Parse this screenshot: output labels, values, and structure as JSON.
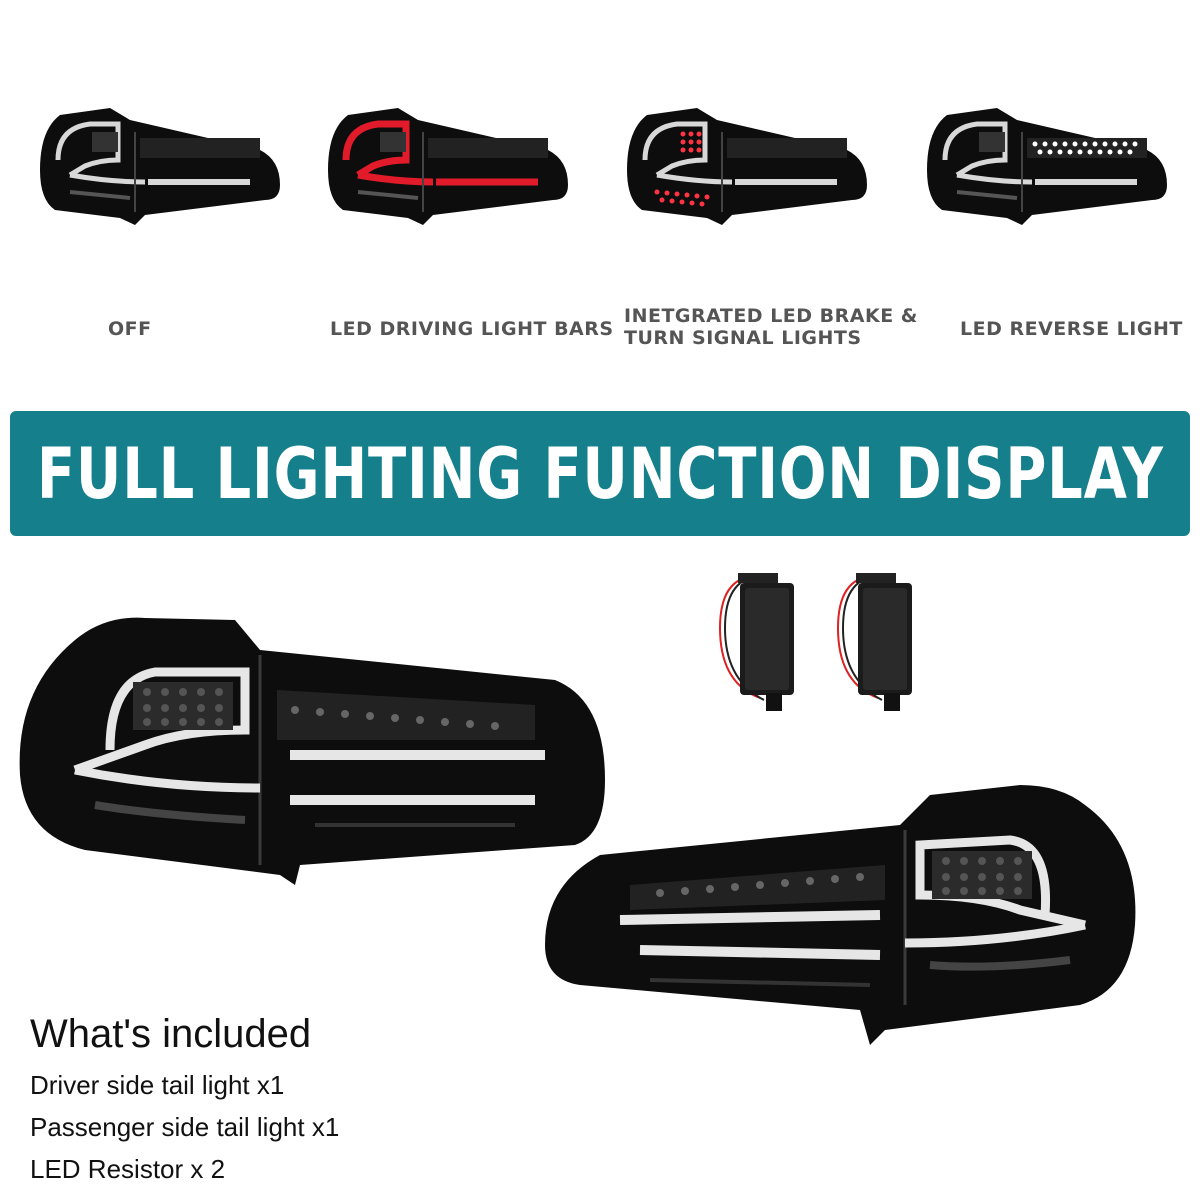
{
  "lighting_modes": [
    {
      "label": "OFF",
      "state": "off"
    },
    {
      "label": "LED DRIVING LIGHT BARS",
      "state": "driving"
    },
    {
      "label": "INETGRATED LED BRAKE &\nTURN SIGNAL LIGHTS",
      "state": "brake"
    },
    {
      "label": "LED REVERSE LIGHT",
      "state": "reverse"
    }
  ],
  "banner": {
    "title": "FULL LIGHTING FUNCTION DISPLAY",
    "color": "#15808c"
  },
  "included": {
    "title": "What's included",
    "items": [
      "Driver side tail light x1",
      "Passenger side tail light x1",
      "LED Resistor x 2"
    ]
  },
  "colors": {
    "tail_light_body": "#0d0d0d",
    "driving_bar": "#e21b2a",
    "reverse_led": "#ffffff"
  },
  "icons": [
    "tail-light-icon",
    "led-resistor-icon"
  ]
}
